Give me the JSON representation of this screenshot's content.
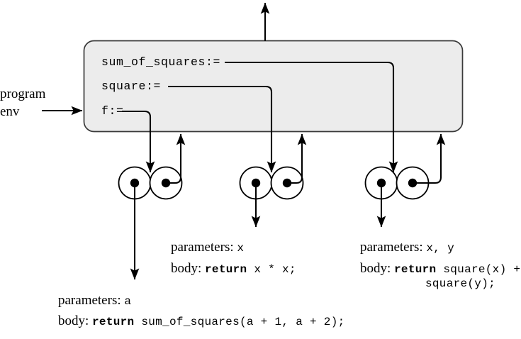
{
  "diagram": {
    "title": "environment diagram with procedure objects",
    "colors": {
      "frame_fill": "#ececec",
      "frame_stroke": "#3a3a3a",
      "line": "#000000",
      "text": "#000000",
      "background": "#ffffff"
    },
    "external_label": {
      "line1": "program",
      "line2": "env"
    },
    "global_frame": {
      "bindings": [
        {
          "name": "sum_of_squares:=",
          "target": "procedure-3"
        },
        {
          "name": "square:=",
          "target": "procedure-2"
        },
        {
          "name": "f:=",
          "target": "procedure-1"
        }
      ]
    },
    "procedures": [
      {
        "id": "procedure-1",
        "parameters_label": "parameters:",
        "parameters_value": "a",
        "body_label": "body:",
        "body_keyword": "return",
        "body_code": "sum_of_squares(a + 1, a + 2);",
        "body_code_line2": ""
      },
      {
        "id": "procedure-2",
        "parameters_label": "parameters:",
        "parameters_value": "x",
        "body_label": "body:",
        "body_keyword": "return",
        "body_code": "x * x;",
        "body_code_line2": ""
      },
      {
        "id": "procedure-3",
        "parameters_label": "parameters:",
        "parameters_value": "x, y",
        "body_label": "body:",
        "body_keyword": "return",
        "body_code": "square(x) +",
        "body_code_line2": "square(y);"
      }
    ]
  }
}
